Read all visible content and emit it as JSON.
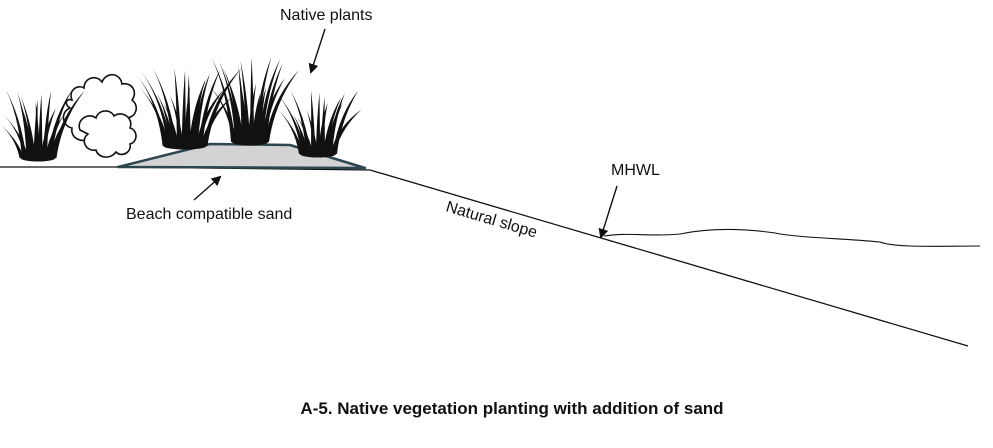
{
  "labels": {
    "native_plants": "Native plants",
    "beach_sand": "Beach compatible sand",
    "natural_slope": "Natural slope",
    "mhwl": "MHWL"
  },
  "caption": "A-5. Native vegetation planting with addition of sand",
  "colors": {
    "sand_fill": "#d3d3d3",
    "sand_outline": "#2d4650",
    "line": "#111111"
  },
  "icons": [
    "grass-clump-icon",
    "shrub-icon",
    "arrow-icon"
  ]
}
